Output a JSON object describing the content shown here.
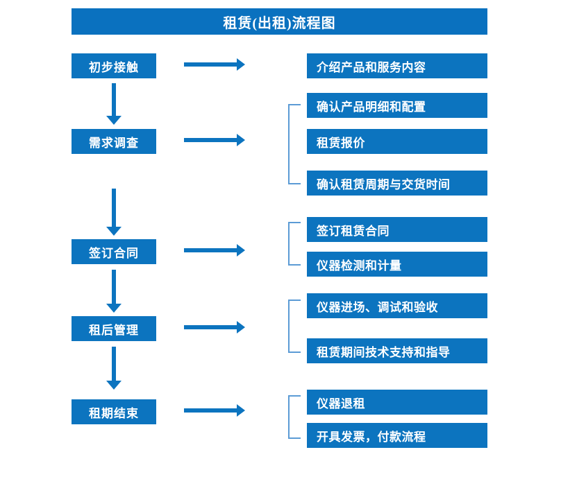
{
  "diagram": {
    "title": "租赁(出租)流程图",
    "accent_color": "#0c74bf",
    "bracket_color": "#5b9bd5",
    "text_color": "#ffffff",
    "background_color": "#ffffff",
    "stages": [
      {
        "id": "stage-1",
        "label": "初步接触",
        "details": [
          "介绍产品和服务内容"
        ],
        "has_bracket": false
      },
      {
        "id": "stage-2",
        "label": "需求调查",
        "details": [
          "确认产品明细和配置",
          "租赁报价",
          "确认租赁周期与交货时间"
        ],
        "has_bracket": true
      },
      {
        "id": "stage-3",
        "label": "签订合同",
        "details": [
          "签订租赁合同",
          "仪器检测和计量"
        ],
        "has_bracket": true
      },
      {
        "id": "stage-4",
        "label": "租后管理",
        "details": [
          "仪器进场、调试和验收",
          "租赁期间技术支持和指导"
        ],
        "has_bracket": true
      },
      {
        "id": "stage-5",
        "label": "租期结束",
        "details": [
          "仪器退租",
          "开具发票，付款流程"
        ],
        "has_bracket": true
      }
    ],
    "icons": {
      "down_arrow": "down-arrow-icon",
      "right_arrow": "right-arrow-icon",
      "bracket": "bracket-connector-icon"
    }
  }
}
